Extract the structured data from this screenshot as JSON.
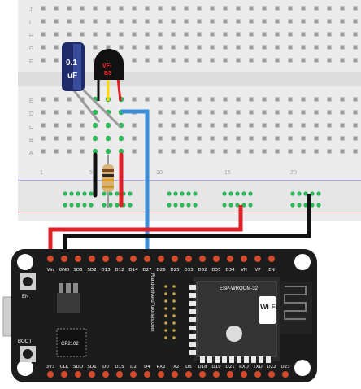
{
  "breadboard": {
    "row_letters_top": [
      "J",
      "I",
      "H",
      "G",
      "F"
    ],
    "row_letters_bottom": [
      "E",
      "D",
      "C",
      "B",
      "A"
    ],
    "column_numbers": [
      "1",
      "5",
      "10",
      "15",
      "20"
    ]
  },
  "capacitor": {
    "line1": "0.1",
    "line2": "uF"
  },
  "sensor": {
    "line1": "VF-",
    "line2": "B5"
  },
  "board": {
    "button_en": "EN",
    "button_boot": "BOOT",
    "chip_label": "CP2102",
    "vertical_text": "RandomNerdTutorials.com",
    "wifi_label": "Wi Fi",
    "module_text": "ESP-WROOM-32",
    "top_pins": [
      "Vin",
      "GND",
      "D13",
      "D12",
      "D14",
      "D27",
      "D26",
      "D25",
      "D33",
      "D32",
      "D35",
      "D34",
      "VN",
      "VP",
      "EN"
    ],
    "top_pins_prefix": [
      "Vin",
      "GND",
      "SD3",
      "SD2",
      "D13",
      "D12",
      "D14",
      "D27",
      "D26",
      "D25",
      "D33",
      "D32",
      "D35",
      "D34",
      "VN",
      "VP",
      "EN"
    ],
    "bottom_pins": [
      "3V3",
      "CLK",
      "SDO",
      "SD1",
      "D0",
      "D15",
      "D2",
      "D4",
      "RX2",
      "TX2",
      "D5",
      "D18",
      "D19",
      "D21",
      "RXD",
      "TXD",
      "D22",
      "D23"
    ]
  },
  "colors": {
    "board": "#1c1c1c",
    "breadboard": "#ececec",
    "wire_red": "#e01e26",
    "wire_black": "#111111",
    "wire_blue": "#3a8fd8",
    "rail_green": "#2fb85a",
    "sensor_red": "#ff2a2a"
  }
}
